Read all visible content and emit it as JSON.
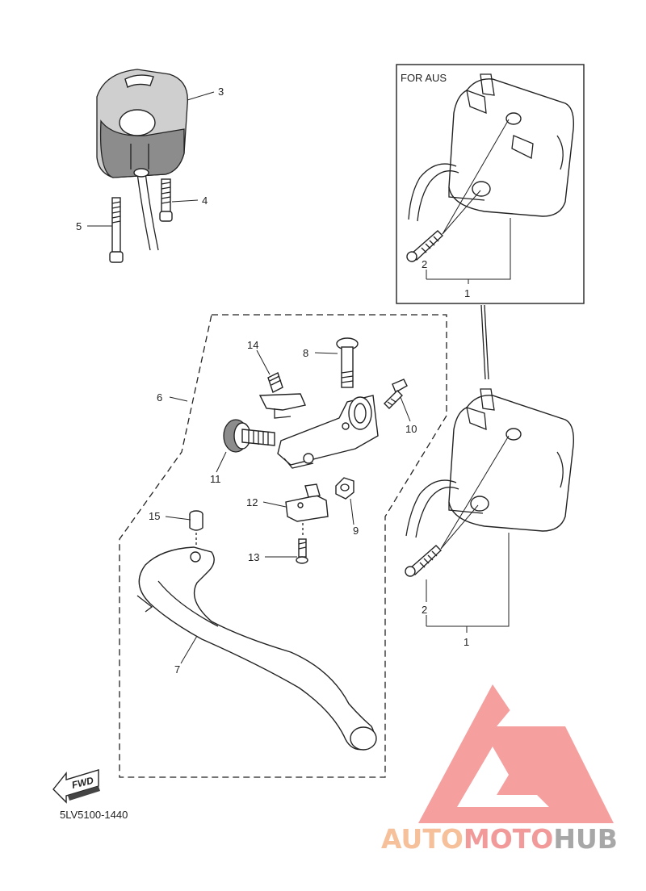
{
  "diagram": {
    "inset_title": "FOR AUS",
    "part_code": "5LV5100-1440",
    "fwd_label": "FWD",
    "callouts": {
      "c1_inset": "1",
      "c2_inset": "2",
      "c1": "1",
      "c2": "2",
      "c3": "3",
      "c4": "4",
      "c5": "5",
      "c6": "6",
      "c7": "7",
      "c8": "8",
      "c9": "9",
      "c10": "10",
      "c11": "11",
      "c12": "12",
      "c13": "13",
      "c14": "14",
      "c15": "15"
    }
  },
  "watermark": {
    "part_a": "AUTO",
    "part_b": "MOTO",
    "part_c": "HUB",
    "colors": {
      "auto": "#f5c09a",
      "moto": "#f29a9a",
      "hub": "#a7a7a7",
      "logo": "#f27f7f"
    }
  }
}
